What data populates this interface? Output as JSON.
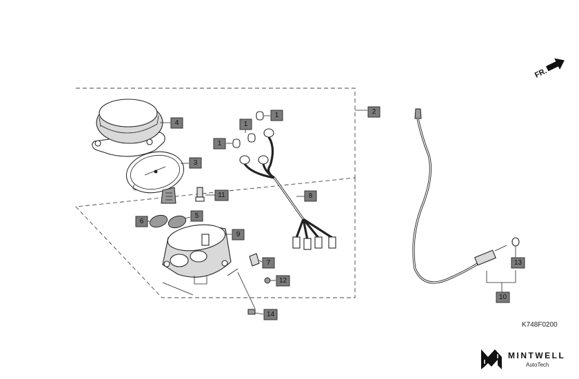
{
  "figure_code": "K748F0200",
  "front_indicator": "FR.",
  "brand": {
    "name": "MINTWELL",
    "sub": "AutoTech"
  },
  "callouts": [
    {
      "id": "c1a",
      "label": "1"
    },
    {
      "id": "c1b",
      "label": "1"
    },
    {
      "id": "c1c",
      "label": "1"
    },
    {
      "id": "c2",
      "label": "2"
    },
    {
      "id": "c3",
      "label": "3"
    },
    {
      "id": "c4",
      "label": "4"
    },
    {
      "id": "c5",
      "label": "5"
    },
    {
      "id": "c6",
      "label": "6"
    },
    {
      "id": "c7",
      "label": "7"
    },
    {
      "id": "c8",
      "label": "8"
    },
    {
      "id": "c9",
      "label": "9"
    },
    {
      "id": "c10",
      "label": "10"
    },
    {
      "id": "c11",
      "label": "11"
    },
    {
      "id": "c12",
      "label": "12"
    },
    {
      "id": "c13",
      "label": "13"
    },
    {
      "id": "c14",
      "label": "14"
    }
  ]
}
